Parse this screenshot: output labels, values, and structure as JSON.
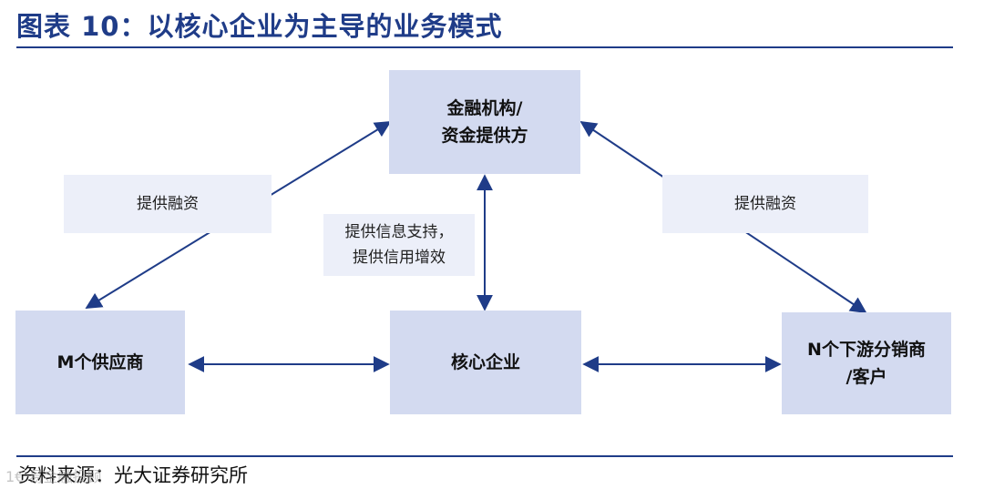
{
  "title": "图表 10：以核心企业为主导的业务模式",
  "colors": {
    "accent": "#1f3c88",
    "node_fill": "#d3daf0",
    "label_fill": "#eceff9"
  },
  "nodes": {
    "finance": {
      "line1": "金融机构/",
      "line2": "资金提供方"
    },
    "supplier": {
      "label": "M个供应商"
    },
    "core": {
      "label": "核心企业"
    },
    "distributor": {
      "line1": "N个下游分销商",
      "line2": "/客户"
    }
  },
  "edge_labels": {
    "left": "提供融资",
    "right": "提供融资",
    "center": {
      "line1": "提供信息支持，",
      "line2": "提供信用增效"
    }
  },
  "source": "资料来源：光大证券研究所",
  "watermark": "1€ 易金融投顾"
}
